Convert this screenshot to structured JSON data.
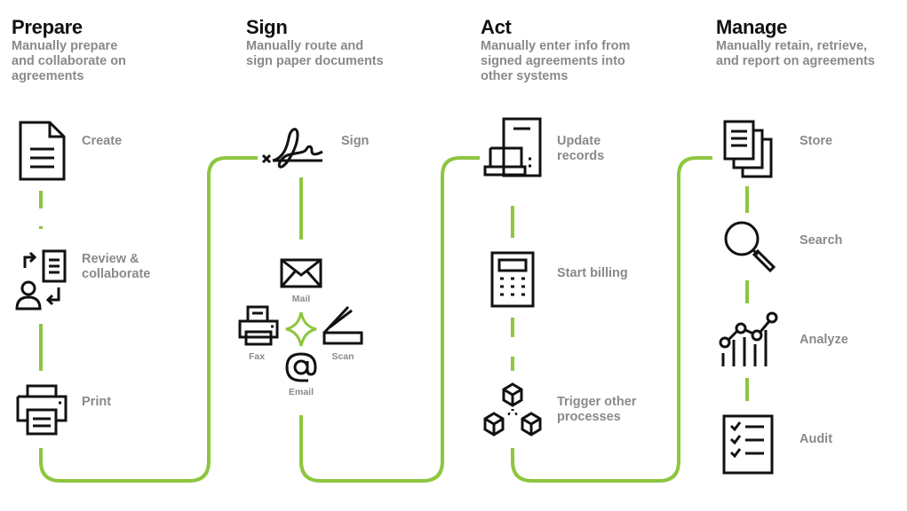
{
  "columns": [
    {
      "title": "Prepare",
      "subtitle": "Manually prepare\nand collaborate on\nagreements",
      "steps": [
        {
          "label": "Create",
          "icon": "document-icon"
        },
        {
          "label": "Review &\ncollaborate",
          "icon": "review-collaborate-icon"
        },
        {
          "label": "Print",
          "icon": "printer-icon"
        }
      ]
    },
    {
      "title": "Sign",
      "subtitle": "Manually route and\nsign paper documents",
      "steps": [
        {
          "label": "Sign",
          "icon": "signature-icon"
        }
      ],
      "channels": [
        {
          "label": "Mail",
          "icon": "envelope-icon"
        },
        {
          "label": "Fax",
          "icon": "fax-icon"
        },
        {
          "label": "Scan",
          "icon": "scanner-icon"
        },
        {
          "label": "Email",
          "icon": "at-sign-icon"
        }
      ]
    },
    {
      "title": "Act",
      "subtitle": "Manually enter info from\nsigned  agreements into\nother systems",
      "steps": [
        {
          "label": "Update\nrecords",
          "icon": "computer-icon"
        },
        {
          "label": "Start billing",
          "icon": "calculator-icon"
        },
        {
          "label": "Trigger other\nprocesses",
          "icon": "cubes-icon"
        }
      ]
    },
    {
      "title": "Manage",
      "subtitle": "Manually retain, retrieve,\nand report on agreements",
      "steps": [
        {
          "label": "Store",
          "icon": "stacked-documents-icon"
        },
        {
          "label": "Search",
          "icon": "magnifier-icon"
        },
        {
          "label": "Analyze",
          "icon": "chart-icon"
        },
        {
          "label": "Audit",
          "icon": "checklist-icon"
        }
      ]
    }
  ],
  "colors": {
    "accent": "#8dc63f",
    "title": "#111111",
    "muted": "#8a8a8a",
    "icon": "#111111"
  }
}
